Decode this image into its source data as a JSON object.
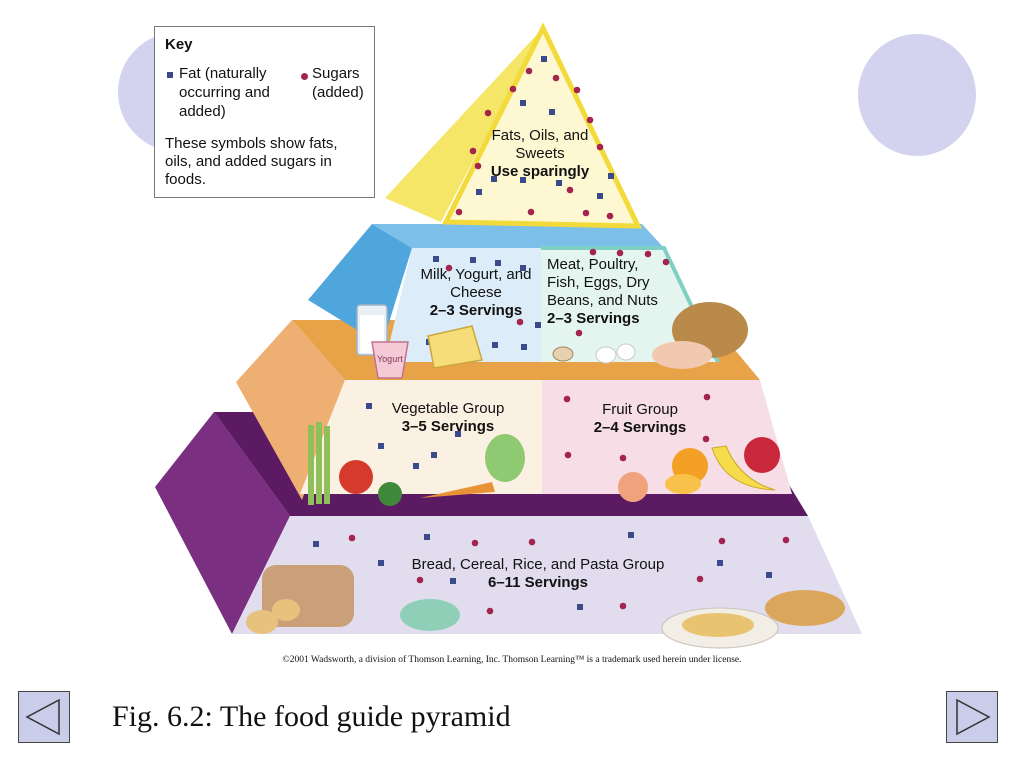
{
  "key": {
    "title": "Key",
    "fat_label": "Fat (naturally occurring and added)",
    "sugar_label": "Sugars (added)",
    "note": "These symbols show fats, oils, and added sugars in foods."
  },
  "tiers": {
    "top": {
      "name": "Fats, Oils, and Sweets",
      "servings": "Use sparingly"
    },
    "milk": {
      "name": "Milk, Yogurt, and Cheese",
      "servings": "2–3 Servings"
    },
    "meat": {
      "name": "Meat, Poultry, Fish, Eggs, Dry Beans, and Nuts",
      "servings": "2–3 Servings"
    },
    "vegetable": {
      "name": "Vegetable Group",
      "servings": "3–5 Servings"
    },
    "fruit": {
      "name": "Fruit Group",
      "servings": "2–4 Servings"
    },
    "bread": {
      "name": "Bread, Cereal, Rice, and Pasta Group",
      "servings": "6–11 Servings"
    }
  },
  "food_labels": {
    "yogurt": "Yogurt"
  },
  "copyright": "©2001 Wadsworth, a division of Thomson Learning, Inc.  Thomson Learning™ is a trademark used herein under license.",
  "caption": "Fig. 6.2:  The food guide pyramid",
  "nav": {
    "prev_icon": "left-triangle-icon",
    "next_icon": "right-triangle-icon"
  },
  "colors": {
    "background_circle": "#d3d3ef",
    "fat_symbol": "#3a4a8a",
    "sugar_symbol": "#a3244e",
    "top_tier": "#f5e668",
    "milk_tier": "#4fa6dc",
    "meat_tier": "#7fd0c4",
    "fruit_veg_tier": "#e8a960",
    "bread_tier": "#6a1f6e",
    "bread_panel": "#e2dcef",
    "nav_button": "#c9cdea"
  }
}
